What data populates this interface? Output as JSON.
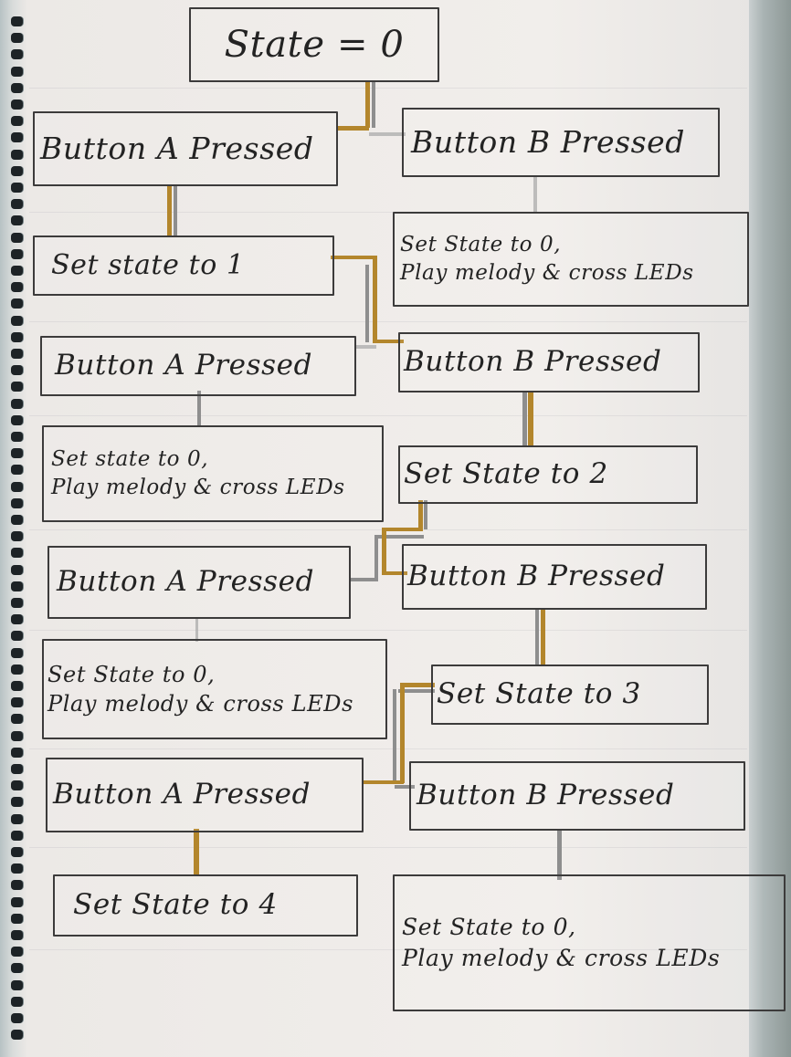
{
  "diagram": {
    "start": "State = 0",
    "a1": "Button A Pressed",
    "b1": "Button B Pressed",
    "b1_result": "Set State to 0,\nPlay melody & cross LEDs",
    "a1_result": "Set state to 1",
    "a2": "Button A Pressed",
    "b2": "Button B Pressed",
    "a2_result": "Set state to 0,\nPlay melody & cross LEDs",
    "b2_result": "Set State to 2",
    "a3": "Button A Pressed",
    "b3": "Button B Pressed",
    "a3_result": "Set State to 0,\nPlay melody & cross LEDs",
    "b3_result": "Set State to 3",
    "a4": "Button A Pressed",
    "b4": "Button B Pressed",
    "a4_result": "Set State to 4",
    "b4_result": "Set State to 0,\nPlay melody & cross LEDs"
  },
  "colors": {
    "wire_gold": "#b3862c",
    "wire_grey": "#8e8e8e",
    "ink": "#3c3b3b",
    "paper": "#f1eeeb"
  }
}
